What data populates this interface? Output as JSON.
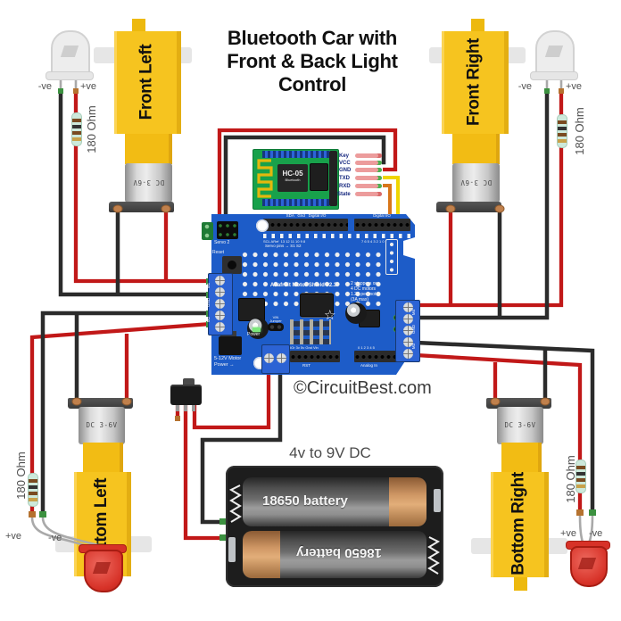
{
  "title": {
    "line1": "Bluetooth Car with",
    "line2": "Front & Back Light",
    "line3": "Control"
  },
  "watermark": "©CircuitBest.com",
  "motors": {
    "front_left": {
      "label": "Front Left",
      "can": "DC 3-6V"
    },
    "front_right": {
      "label": "Front Right",
      "can": "DC 3-6V"
    },
    "bottom_left": {
      "label": "Bottom Left",
      "can": "DC 3-6V"
    },
    "bottom_right": {
      "label": "Bottom Right",
      "can": "DC 3-6V"
    }
  },
  "leds": {
    "top_left": {
      "neg": "-ve",
      "pos": "+ve",
      "resistor": "180 Ohm"
    },
    "top_right": {
      "neg": "-ve",
      "pos": "+ve",
      "resistor": "180 Ohm"
    },
    "bottom_left": {
      "neg": "-ve",
      "pos": "+ve",
      "resistor": "180 Ohm"
    },
    "bottom_right": {
      "neg": "-ve",
      "pos": "+ve",
      "resistor": "180 Ohm"
    }
  },
  "bluetooth": {
    "chip_title": "HC-05",
    "chip_subtitle": "Bluetooth",
    "pins": [
      "Key",
      "VCC",
      "GND",
      "TXD",
      "RXD",
      "State"
    ]
  },
  "shield": {
    "header1_label": "SDA   Gnd   Digital I/O",
    "header2_label": "Digital I/O",
    "digital_row1": "SCL ARef  13 12 11 10 9 8",
    "digital_row2": "7 6 5 4 3 2 1 0",
    "servo2": "Servo 2",
    "servo_pins": "Servo pins → S1 S2",
    "reset": "Reset",
    "name": "Adafruit Motor Shield v2.3",
    "spec1": "2 steppers or",
    "spec2": "4 DC motors",
    "spec3": "1.2A per motor",
    "spec4": "(3A max)",
    "vin1": "VIN",
    "vin2": "Jumper",
    "power_led": "Power",
    "motor_power1": "5-12V Motor",
    "motor_power2": "Power →",
    "m1": "M1",
    "m2": "M2",
    "m3": "M3",
    "m4": "M4",
    "gnd_left": "GND",
    "gnd_right": "GND",
    "power_row": "IOr 3v 5v Gnd Vin",
    "rst": "RST",
    "analog_row": "0 1 2 3 4 5",
    "analog_in": "Analog In"
  },
  "power": {
    "heading": "4v to 9V DC",
    "battery_top": "18650 battery",
    "battery_bottom": "18650 battery"
  },
  "colors": {
    "wire_red": "#C11818",
    "wire_black": "#2B2B2B",
    "wire_yellow": "#EFD500",
    "wire_orange": "#D8761A",
    "motor_yellow": "#F6C41F",
    "board_blue": "#1D5CC8",
    "module_green": "#18A14B",
    "battery_copper": "#CE9664",
    "led_red": "#D73228"
  }
}
